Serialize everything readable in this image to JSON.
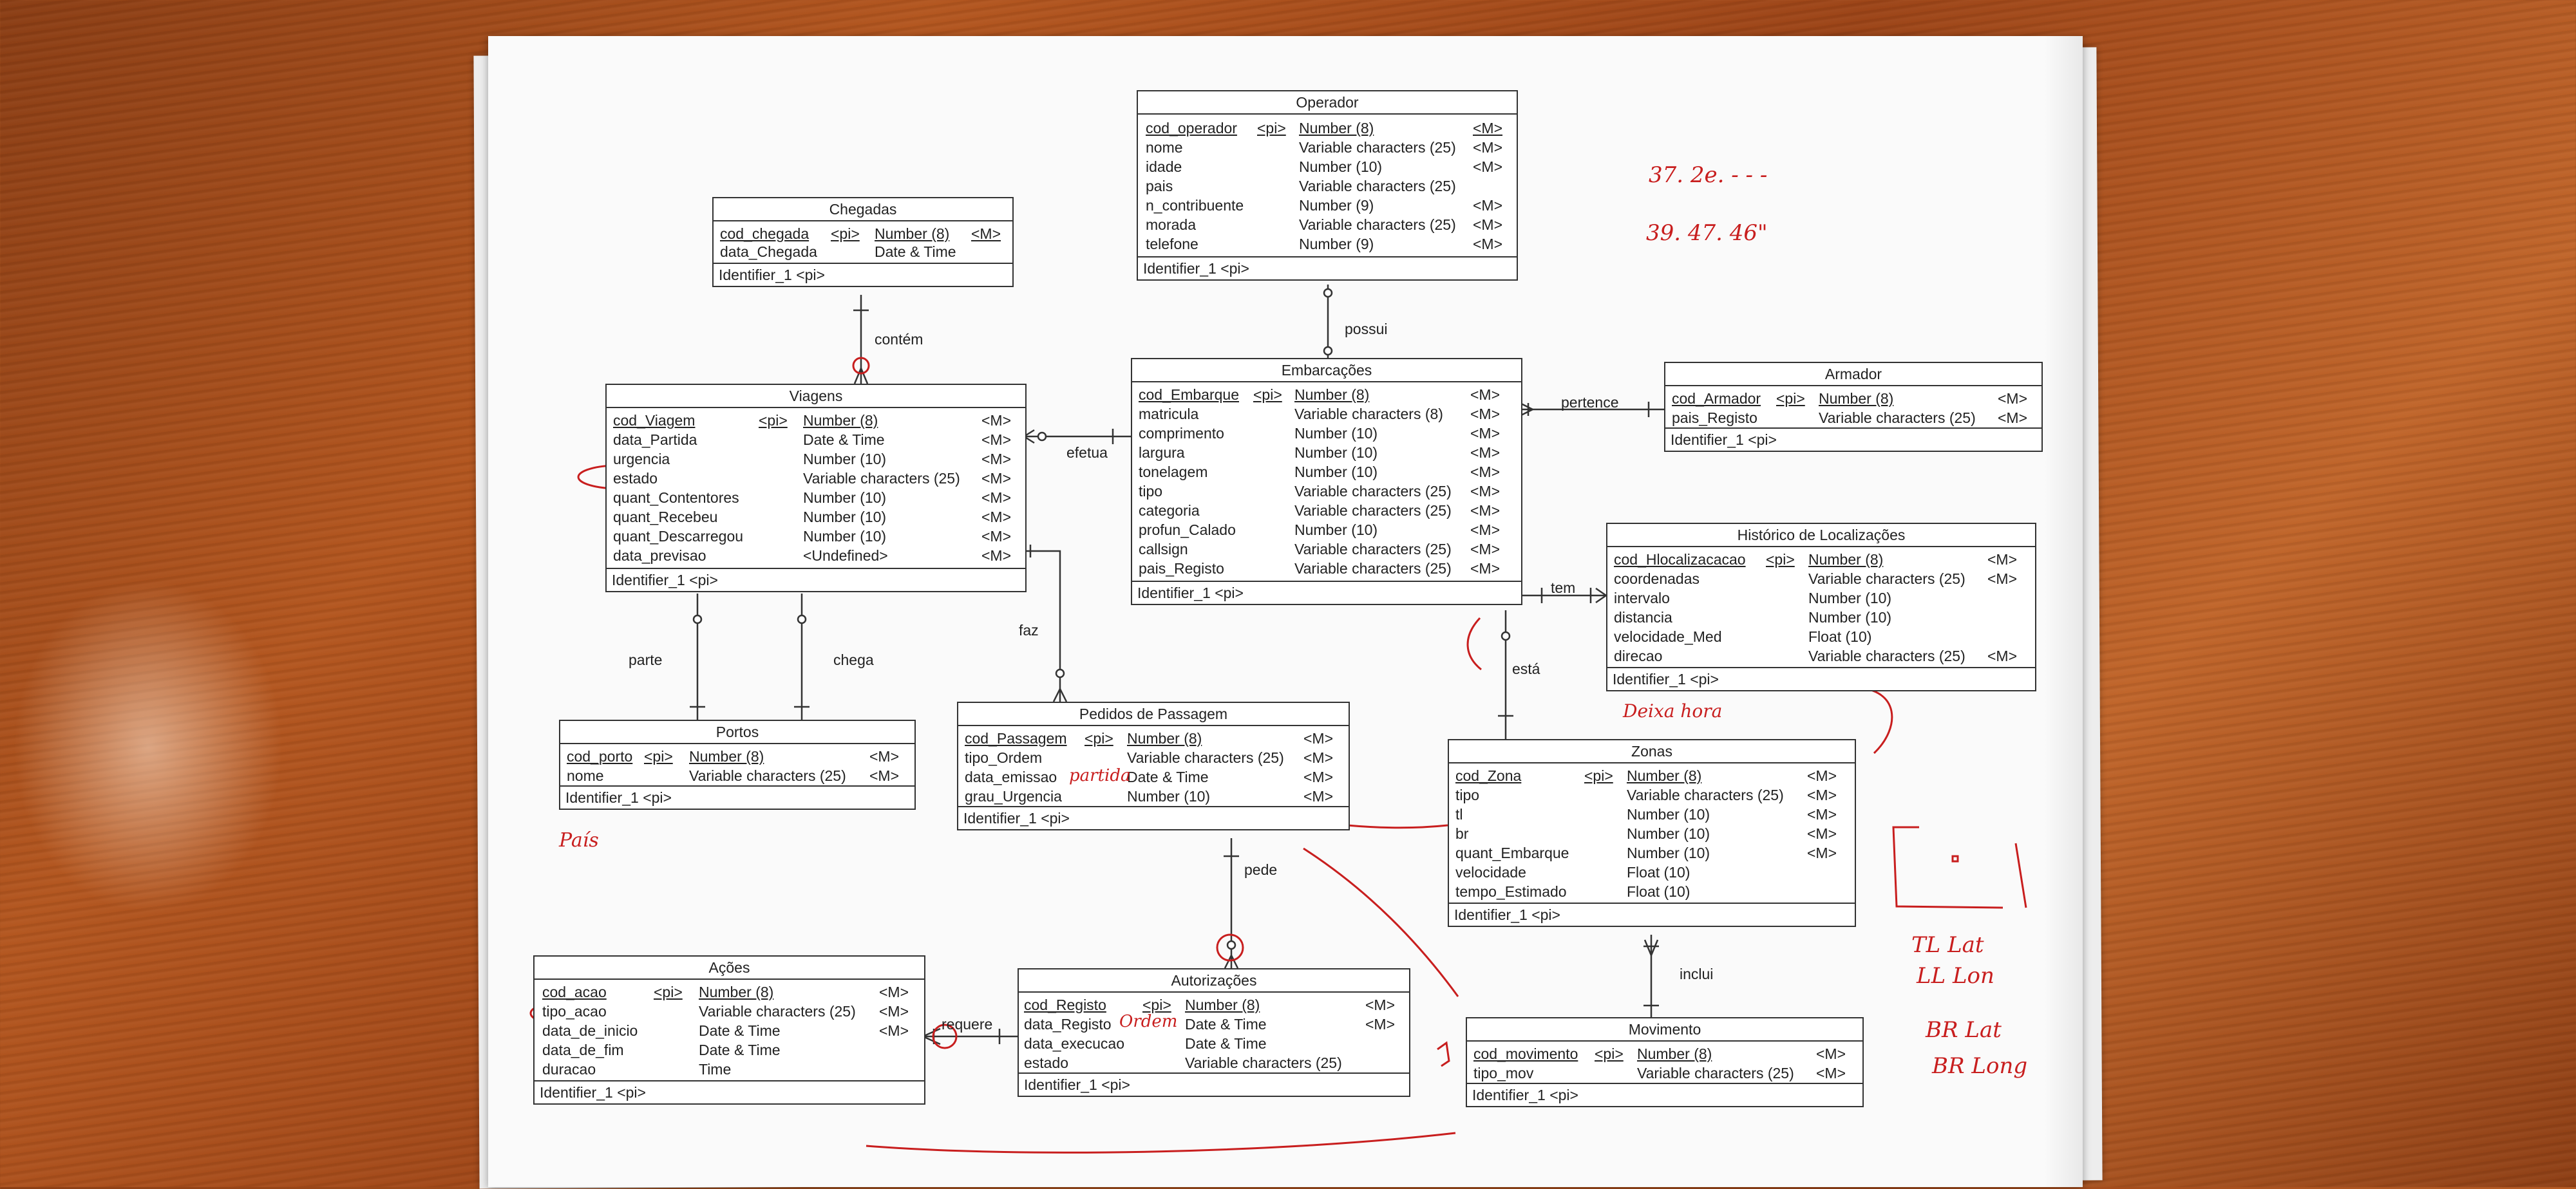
{
  "entities": {
    "operador": {
      "title": "Operador",
      "attrs": [
        {
          "name": "cod_operador",
          "pi": "<pi>",
          "type": "Number (8)",
          "mand": "<M>"
        },
        {
          "name": "nome",
          "pi": "",
          "type": "Variable characters (25)",
          "mand": "<M>"
        },
        {
          "name": "idade",
          "pi": "",
          "type": "Number (10)",
          "mand": "<M>"
        },
        {
          "name": "pais",
          "pi": "",
          "type": "Variable characters (25)",
          "mand": ""
        },
        {
          "name": "n_contribuente",
          "pi": "",
          "type": "Number (9)",
          "mand": "<M>"
        },
        {
          "name": "morada",
          "pi": "",
          "type": "Variable characters (25)",
          "mand": "<M>"
        },
        {
          "name": "telefone",
          "pi": "",
          "type": "Number (9)",
          "mand": "<M>"
        }
      ],
      "id": "Identifier_1  <pi>"
    },
    "chegadas": {
      "title": "Chegadas",
      "attrs": [
        {
          "name": "cod_chegada",
          "pi": "<pi>",
          "type": "Number (8)",
          "mand": "<M>"
        },
        {
          "name": "data_Chegada",
          "pi": "",
          "type": "Date & Time",
          "mand": ""
        }
      ],
      "id": "Identifier_1  <pi>"
    },
    "viagens": {
      "title": "Viagens",
      "attrs": [
        {
          "name": "cod_Viagem",
          "pi": "<pi>",
          "type": "Number (8)",
          "mand": "<M>"
        },
        {
          "name": "data_Partida",
          "pi": "",
          "type": "Date & Time",
          "mand": "<M>"
        },
        {
          "name": "urgencia",
          "pi": "",
          "type": "Number (10)",
          "mand": "<M>"
        },
        {
          "name": "estado",
          "pi": "",
          "type": "Variable characters (25)",
          "mand": "<M>"
        },
        {
          "name": "quant_Contentores",
          "pi": "",
          "type": "Number (10)",
          "mand": "<M>"
        },
        {
          "name": "quant_Recebeu",
          "pi": "",
          "type": "Number (10)",
          "mand": "<M>"
        },
        {
          "name": "quant_Descarregou",
          "pi": "",
          "type": "Number (10)",
          "mand": "<M>"
        },
        {
          "name": "data_previsao",
          "pi": "",
          "type": "<Undefined>",
          "mand": "<M>"
        }
      ],
      "id": "Identifier_1  <pi>"
    },
    "embarcacoes": {
      "title": "Embarcações",
      "attrs": [
        {
          "name": "cod_Embarque",
          "pi": "<pi>",
          "type": "Number (8)",
          "mand": "<M>"
        },
        {
          "name": "matricula",
          "pi": "",
          "type": "Variable characters (8)",
          "mand": "<M>"
        },
        {
          "name": "comprimento",
          "pi": "",
          "type": "Number (10)",
          "mand": "<M>"
        },
        {
          "name": "largura",
          "pi": "",
          "type": "Number (10)",
          "mand": "<M>"
        },
        {
          "name": "tonelagem",
          "pi": "",
          "type": "Number (10)",
          "mand": "<M>"
        },
        {
          "name": "tipo",
          "pi": "",
          "type": "Variable characters (25)",
          "mand": "<M>"
        },
        {
          "name": "categoria",
          "pi": "",
          "type": "Variable characters (25)",
          "mand": "<M>"
        },
        {
          "name": "profun_Calado",
          "pi": "",
          "type": "Number (10)",
          "mand": "<M>"
        },
        {
          "name": "callsign",
          "pi": "",
          "type": "Variable characters (25)",
          "mand": "<M>"
        },
        {
          "name": "pais_Registo",
          "pi": "",
          "type": "Variable characters (25)",
          "mand": "<M>"
        }
      ],
      "id": "Identifier_1  <pi>"
    },
    "armador": {
      "title": "Armador",
      "attrs": [
        {
          "name": "cod_Armador",
          "pi": "<pi>",
          "type": "Number (8)",
          "mand": "<M>"
        },
        {
          "name": "pais_Registo",
          "pi": "",
          "type": "Variable characters (25)",
          "mand": "<M>"
        }
      ],
      "id": "Identifier_1  <pi>"
    },
    "historico": {
      "title": "Histórico de Localizações",
      "attrs": [
        {
          "name": "cod_Hlocalizacacao",
          "pi": "<pi>",
          "type": "Number (8)",
          "mand": "<M>"
        },
        {
          "name": "coordenadas",
          "pi": "",
          "type": "Variable characters (25)",
          "mand": "<M>"
        },
        {
          "name": "intervalo",
          "pi": "",
          "type": "Number (10)",
          "mand": ""
        },
        {
          "name": "distancia",
          "pi": "",
          "type": "Number (10)",
          "mand": ""
        },
        {
          "name": "velocidade_Med",
          "pi": "",
          "type": "Float (10)",
          "mand": ""
        },
        {
          "name": "direcao",
          "pi": "",
          "type": "Variable characters (25)",
          "mand": "<M>"
        }
      ],
      "id": "Identifier_1  <pi>"
    },
    "portos": {
      "title": "Portos",
      "attrs": [
        {
          "name": "cod_porto",
          "pi": "<pi>",
          "type": "Number (8)",
          "mand": "<M>"
        },
        {
          "name": "nome",
          "pi": "",
          "type": "Variable characters (25)",
          "mand": "<M>"
        }
      ],
      "id": "Identifier_1  <pi>"
    },
    "pedidos": {
      "title": "Pedidos de Passagem",
      "attrs": [
        {
          "name": "cod_Passagem",
          "pi": "<pi>",
          "type": "Number (8)",
          "mand": "<M>"
        },
        {
          "name": "tipo_Ordem",
          "pi": "",
          "type": "Variable characters (25)",
          "mand": "<M>"
        },
        {
          "name": "data_emissao",
          "pi": "",
          "type": "Date & Time",
          "mand": "<M>"
        },
        {
          "name": "grau_Urgencia",
          "pi": "",
          "type": "Number (10)",
          "mand": "<M>"
        }
      ],
      "id": "Identifier_1  <pi>"
    },
    "zonas": {
      "title": "Zonas",
      "attrs": [
        {
          "name": "cod_Zona",
          "pi": "<pi>",
          "type": "Number (8)",
          "mand": "<M>"
        },
        {
          "name": "tipo",
          "pi": "",
          "type": "Variable characters (25)",
          "mand": "<M>"
        },
        {
          "name": "tl",
          "pi": "",
          "type": "Number (10)",
          "mand": "<M>"
        },
        {
          "name": "br",
          "pi": "",
          "type": "Number (10)",
          "mand": "<M>"
        },
        {
          "name": "quant_Embarque",
          "pi": "",
          "type": "Number (10)",
          "mand": "<M>"
        },
        {
          "name": "velocidade",
          "pi": "",
          "type": "Float (10)",
          "mand": ""
        },
        {
          "name": "tempo_Estimado",
          "pi": "",
          "type": "Float (10)",
          "mand": ""
        }
      ],
      "id": "Identifier_1  <pi>"
    },
    "acoes": {
      "title": "Ações",
      "attrs": [
        {
          "name": "cod_acao",
          "pi": "<pi>",
          "type": "Number (8)",
          "mand": "<M>"
        },
        {
          "name": "tipo_acao",
          "pi": "",
          "type": "Variable characters (25)",
          "mand": "<M>"
        },
        {
          "name": "data_de_inicio",
          "pi": "",
          "type": "Date & Time",
          "mand": "<M>"
        },
        {
          "name": "data_de_fim",
          "pi": "",
          "type": "Date & Time",
          "mand": ""
        },
        {
          "name": "duracao",
          "pi": "",
          "type": "Time",
          "mand": ""
        }
      ],
      "id": "Identifier_1  <pi>"
    },
    "autorizacoes": {
      "title": "Autorizações",
      "attrs": [
        {
          "name": "cod_Registo",
          "pi": "<pi>",
          "type": "Number (8)",
          "mand": "<M>"
        },
        {
          "name": "data_Registo",
          "pi": "",
          "type": "Date & Time",
          "mand": "<M>"
        },
        {
          "name": "data_execucao",
          "pi": "",
          "type": "Date & Time",
          "mand": ""
        },
        {
          "name": "estado",
          "pi": "",
          "type": "Variable characters (25)",
          "mand": ""
        }
      ],
      "id": "Identifier_1  <pi>"
    },
    "movimento": {
      "title": "Movimento",
      "attrs": [
        {
          "name": "cod_movimento",
          "pi": "<pi>",
          "type": "Number (8)",
          "mand": "<M>"
        },
        {
          "name": "tipo_mov",
          "pi": "",
          "type": "Variable characters (25)",
          "mand": "<M>"
        }
      ],
      "id": "Identifier_1  <pi>"
    }
  },
  "relations": {
    "possui": "possui",
    "pertence": "pertence",
    "contem": "contém",
    "efetua": "efetua",
    "tem": "tem",
    "faz": "faz",
    "parte": "parte",
    "chega": "chega",
    "esta": "está",
    "pede": "pede",
    "inclui": "inclui",
    "requere": "requere"
  },
  "annotations": {
    "coord1": "37. 2e. - - -",
    "coord2": "39. 47. 46\"",
    "deixa": "Deixa hora",
    "pais": "País",
    "partida": "partida",
    "ordem": "Ordem",
    "tl_lat": "TL Lat",
    "ll_lon": "LL Lon",
    "br_lat": "BR Lat",
    "br_long": "BR Long"
  }
}
